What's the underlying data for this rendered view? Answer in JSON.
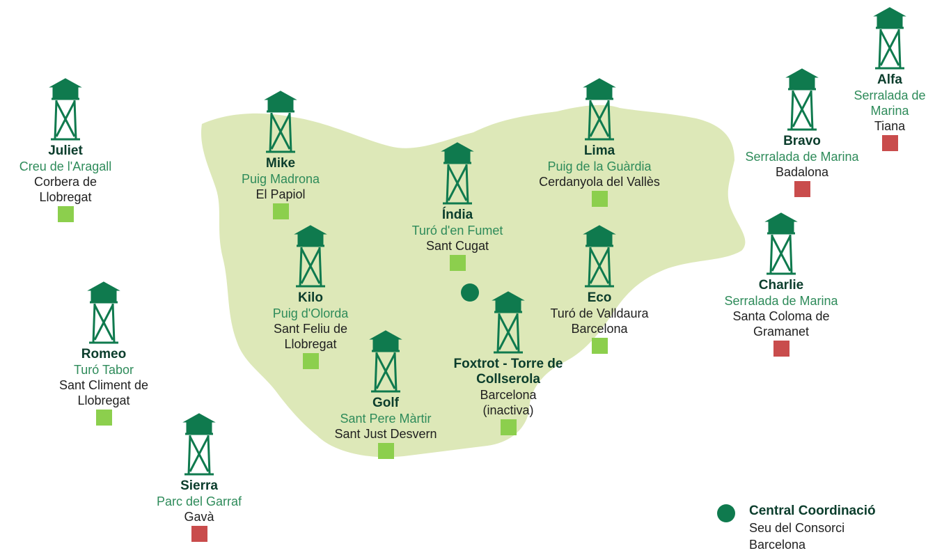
{
  "colors": {
    "land": "#dde8b8",
    "tower": "#0f7a4e",
    "name": "#0b3d2c",
    "place": "#2e8b5a",
    "town": "#1f1f1f",
    "active": "#8ccf4d",
    "inactive": "#c94c4c",
    "central": "#0f7a4e"
  },
  "icons": {
    "tower": "watchtower-icon",
    "central": "central-dot-icon"
  },
  "stations": [
    {
      "id": "alfa",
      "name": "Alfa",
      "lines": [
        {
          "text": "Serralada de",
          "kind": "place"
        },
        {
          "text": "Marina",
          "kind": "place"
        },
        {
          "text": "Tiana",
          "kind": "town"
        }
      ],
      "status": "inactive"
    },
    {
      "id": "bravo",
      "name": "Bravo",
      "lines": [
        {
          "text": "Serralada de Marina",
          "kind": "place"
        },
        {
          "text": "Badalona",
          "kind": "town"
        }
      ],
      "status": "inactive"
    },
    {
      "id": "charlie",
      "name": "Charlie",
      "lines": [
        {
          "text": "Serralada de Marina",
          "kind": "place"
        },
        {
          "text": "Santa Coloma de",
          "kind": "town"
        },
        {
          "text": "Gramanet",
          "kind": "town"
        }
      ],
      "status": "inactive"
    },
    {
      "id": "eco",
      "name": "Eco",
      "lines": [
        {
          "text": "Turó de Valldaura",
          "kind": "town"
        },
        {
          "text": "Barcelona",
          "kind": "town"
        }
      ],
      "status": "active"
    },
    {
      "id": "foxtrot",
      "name": "Foxtrot - Torre de",
      "name2": "Collserola",
      "lines": [
        {
          "text": "Barcelona",
          "kind": "town"
        },
        {
          "text": "(inactiva)",
          "kind": "town"
        }
      ],
      "status": "active"
    },
    {
      "id": "golf",
      "name": "Golf",
      "lines": [
        {
          "text": "Sant Pere Màrtir",
          "kind": "place"
        },
        {
          "text": "Sant Just Desvern",
          "kind": "town"
        }
      ],
      "status": "active"
    },
    {
      "id": "india",
      "name": "Índia",
      "lines": [
        {
          "text": "Turó d'en Fumet",
          "kind": "place"
        },
        {
          "text": "Sant Cugat",
          "kind": "town"
        }
      ],
      "status": "active"
    },
    {
      "id": "juliet",
      "name": "Juliet",
      "lines": [
        {
          "text": "Creu de l'Aragall",
          "kind": "place"
        },
        {
          "text": "Corbera de",
          "kind": "town"
        },
        {
          "text": "Llobregat",
          "kind": "town"
        }
      ],
      "status": "active"
    },
    {
      "id": "kilo",
      "name": "Kilo",
      "lines": [
        {
          "text": "Puig d'Olorda",
          "kind": "place"
        },
        {
          "text": "Sant Feliu de",
          "kind": "town"
        },
        {
          "text": "Llobregat",
          "kind": "town"
        }
      ],
      "status": "active"
    },
    {
      "id": "lima",
      "name": "Lima",
      "lines": [
        {
          "text": "Puig de la Guàrdia",
          "kind": "place"
        },
        {
          "text": "Cerdanyola del Vallès",
          "kind": "town"
        }
      ],
      "status": "active"
    },
    {
      "id": "mike",
      "name": "Mike",
      "lines": [
        {
          "text": "Puig Madrona",
          "kind": "place"
        },
        {
          "text": "El Papiol",
          "kind": "town"
        }
      ],
      "status": "active"
    },
    {
      "id": "romeo",
      "name": "Romeo",
      "lines": [
        {
          "text": "Turó Tabor",
          "kind": "place"
        },
        {
          "text": "Sant Climent de",
          "kind": "town"
        },
        {
          "text": "Llobregat",
          "kind": "town"
        }
      ],
      "status": "active"
    },
    {
      "id": "sierra",
      "name": "Sierra",
      "lines": [
        {
          "text": "Parc del Garraf",
          "kind": "place"
        },
        {
          "text": "Gavà",
          "kind": "town"
        }
      ],
      "status": "inactive"
    }
  ],
  "legend": {
    "title": "Central Coordinació",
    "line1": "Seu del Consorci",
    "line2": "Barcelona"
  }
}
